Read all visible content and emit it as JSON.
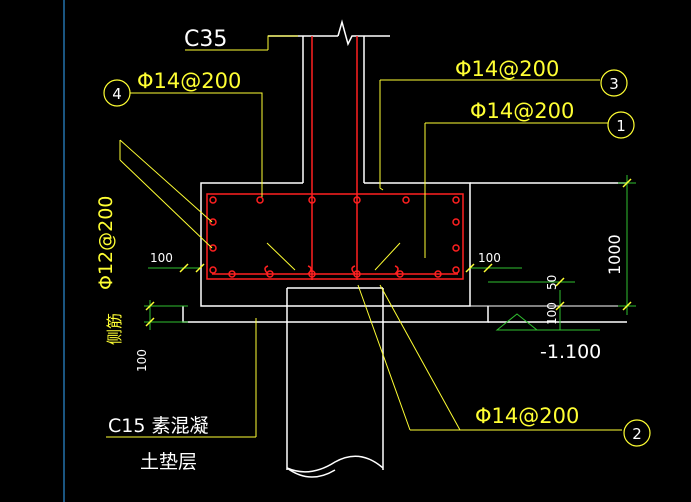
{
  "colors": {
    "background": "#000000",
    "concrete_outline": "#ffffff",
    "rebar": "#ff2020",
    "annotation": "#ffff33",
    "dimension": "#30c030",
    "frame": "#33aaff"
  },
  "labels": {
    "concrete_grade": "C35",
    "rebar_callout_1": "Φ14@200",
    "rebar_callout_2": "Φ14@200",
    "rebar_callout_3": "Φ14@200",
    "rebar_callout_4": "Φ14@200",
    "side_rebar": "Φ12@200",
    "side_note": "侧筋",
    "plain_concrete": "C15 素混凝",
    "cushion": "土垫层",
    "elevation": "-1.100"
  },
  "markers": {
    "m1": "1",
    "m2": "2",
    "m3": "3",
    "m4": "4"
  },
  "dimensions": {
    "d_left_100": "100",
    "d_right_100": "100",
    "d_height": "1000",
    "d_right_small_100": "100",
    "d_right_50": "50",
    "d_bottom_100": "100"
  }
}
